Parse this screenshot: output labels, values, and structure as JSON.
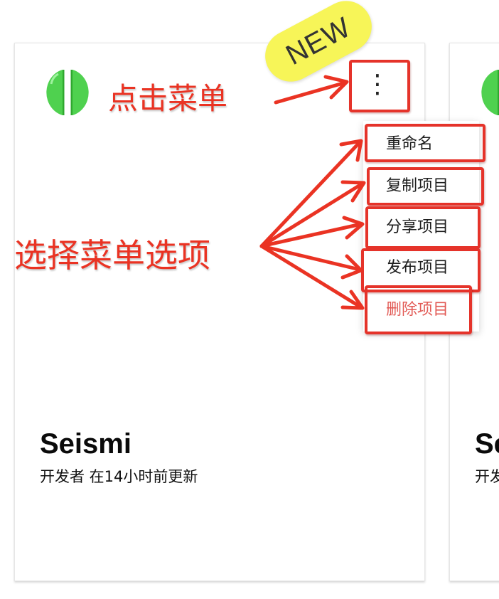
{
  "badge": {
    "label": "NEW"
  },
  "annotations": {
    "click_menu": "点击菜单",
    "select_option": "选择菜单选项"
  },
  "cards": [
    {
      "title": "Seismi",
      "meta": "开发者 在14小时前更新",
      "logo_color": "#4fd14f",
      "menu_icon": "more-vertical-icon",
      "menu_glyph": "⋮"
    },
    {
      "title": "Se",
      "meta": "开发",
      "logo_color": "#4fd14f"
    }
  ],
  "menu": {
    "items": [
      {
        "label": "重命名"
      },
      {
        "label": "复制项目"
      },
      {
        "label": "分享项目"
      },
      {
        "label": "发布项目"
      },
      {
        "label": "删除项目",
        "color": "#e25a55"
      }
    ]
  },
  "colors": {
    "annotation_red": "#ea3323",
    "badge_yellow": "#f7f558",
    "danger": "#e25a55"
  }
}
